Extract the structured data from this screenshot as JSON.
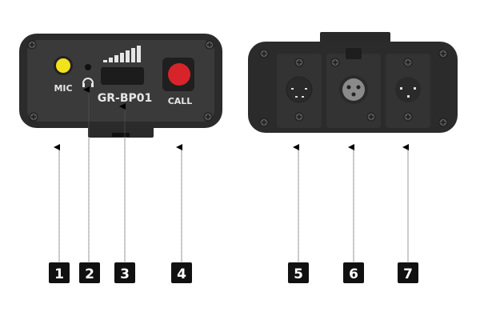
{
  "front_panel": {
    "mic_label": "MIC",
    "model_label": "GR-BP01",
    "call_label": "CALL",
    "mic_led_color": "#f2e21c",
    "call_button_color": "#d7242b"
  },
  "callouts": [
    "1",
    "2",
    "3",
    "4",
    "5",
    "6",
    "7"
  ],
  "colors": {
    "body": "#2e2e2e",
    "face": "#3a3a3a",
    "callout_bg": "#111111"
  }
}
